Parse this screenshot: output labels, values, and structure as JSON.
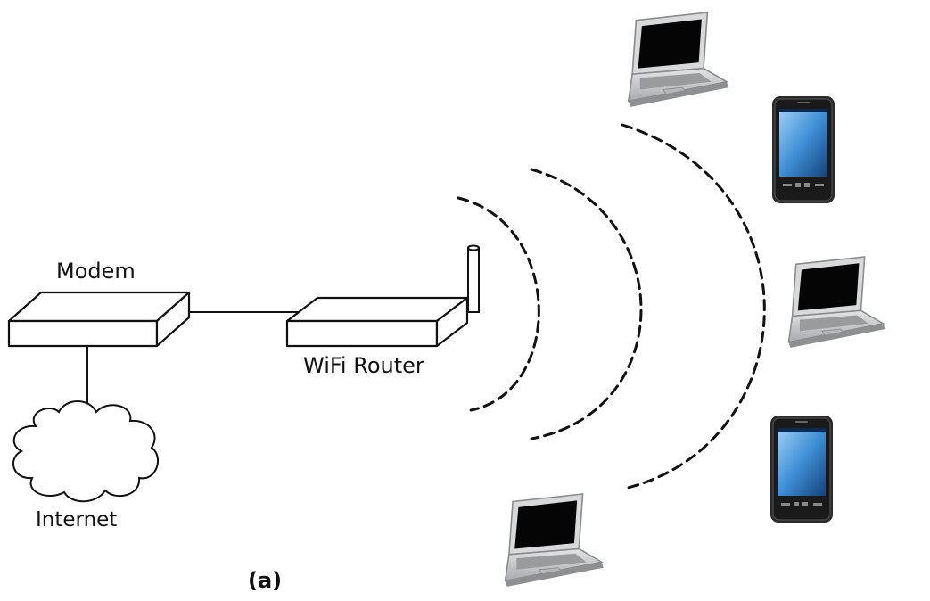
{
  "labels": {
    "modem": "Modem",
    "router": "WiFi Router",
    "internet": "Internet",
    "caption": "(a)"
  },
  "colors": {
    "line": "#111111",
    "screen": "#050505",
    "laptop_body": "#c9cacc",
    "laptop_keys": "#9a9b9d",
    "phone_body": "#2a2a2a",
    "phone_screen": "#3b8fd6"
  },
  "icons": [
    "modem-box",
    "router-box",
    "antenna",
    "cloud",
    "signal-waves",
    "laptop",
    "smartphone"
  ]
}
